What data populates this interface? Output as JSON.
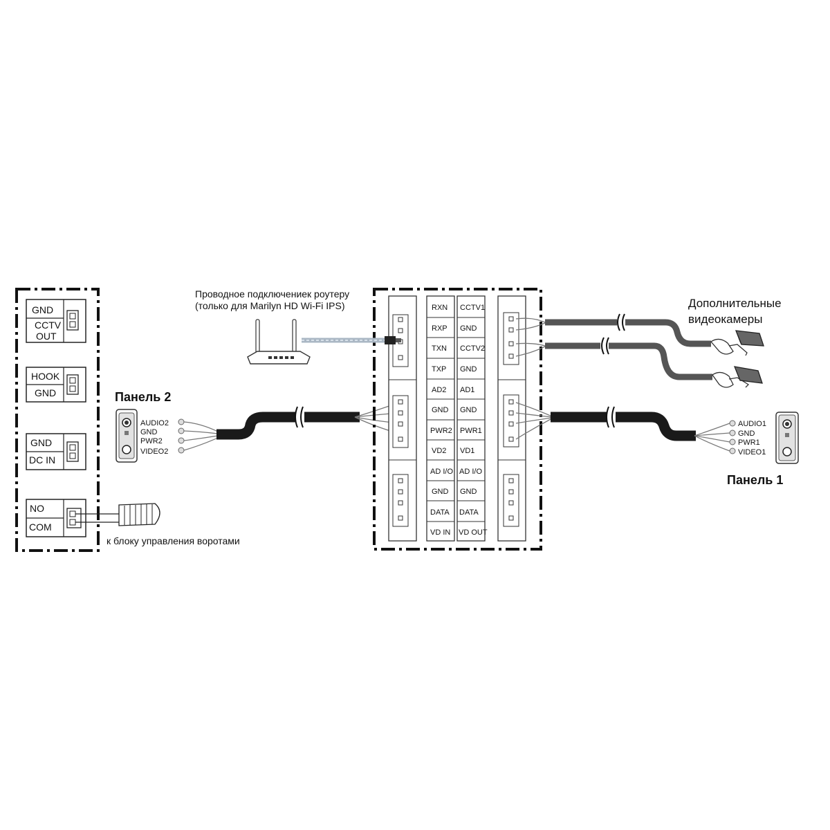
{
  "diagram": {
    "monitor_left_blocks": [
      {
        "top": "GND",
        "bottom": "CCTV",
        "bottom2": "OUT"
      },
      {
        "top": "HOOK",
        "bottom": "GND"
      },
      {
        "top": "GND",
        "bottom": "DC IN"
      },
      {
        "top": "NO",
        "bottom": "COM"
      }
    ],
    "gate_label": "к блоку управления воротами",
    "router_label_1": "Проводное подключениек роутеру",
    "router_label_2": "(только для Marilyn HD Wi-Fi IPS)",
    "cameras_label_1": "Дополнительные",
    "cameras_label_2": "видеокамеры",
    "panel2_title": "Панель 2",
    "panel1_title": "Панель 1",
    "panel2_wires": [
      "AUDIO2",
      "GND",
      "PWR2",
      "VIDEO2"
    ],
    "panel1_wires": [
      "AUDIO1",
      "GND",
      "PWR1",
      "VIDEO1"
    ],
    "terminal_left_col": [
      "RXN",
      "RXP",
      "TXN",
      "TXP",
      "AD2",
      "GND",
      "PWR2",
      "VD2",
      "AD I/O",
      "GND",
      "DATA",
      "VD IN"
    ],
    "terminal_right_col": [
      "CCTV1",
      "GND",
      "CCTV2",
      "GND",
      "AD1",
      "GND",
      "PWR1",
      "VD1",
      "AD I/O",
      "GND",
      "DATA",
      "VD OUT"
    ]
  }
}
